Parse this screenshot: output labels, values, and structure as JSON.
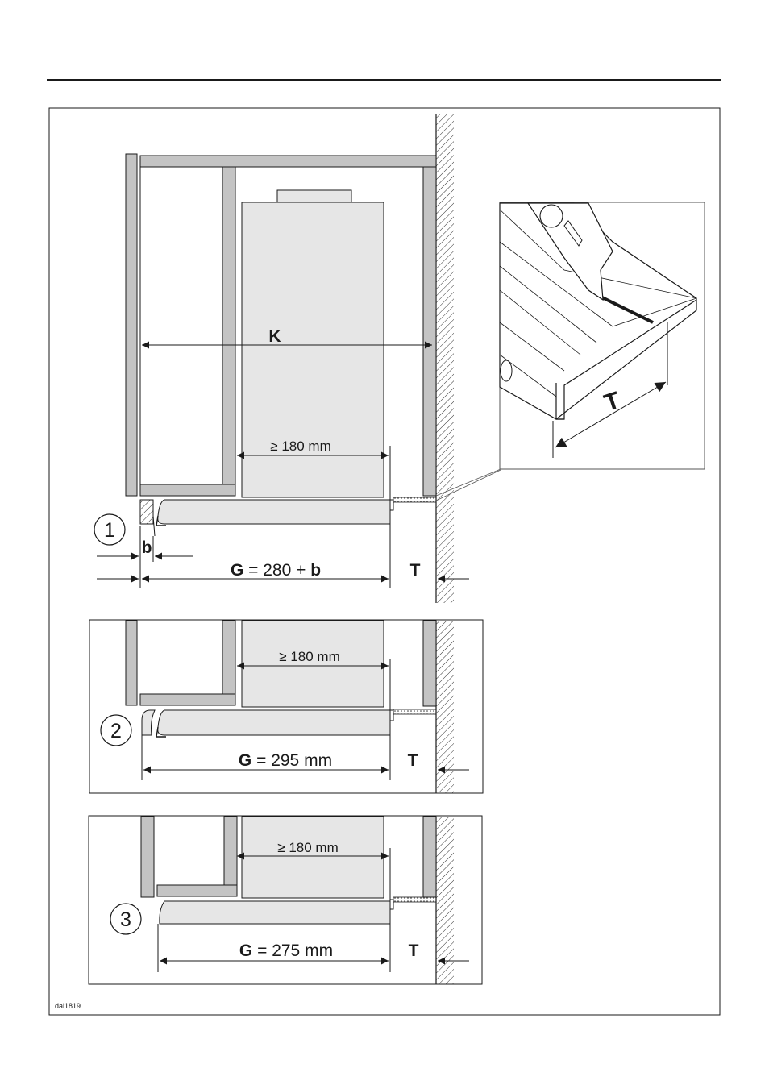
{
  "labels": {
    "k": "K",
    "b": "b",
    "t": "T",
    "t_inset": "T",
    "min_gap": "≥ 180 mm",
    "step1": "1",
    "step2": "2",
    "step3": "3",
    "g1_letter": "G",
    "g1_rest": " = 280 + ",
    "g1_b": "b",
    "g2_letter": "G",
    "g2_rest": " = 295 mm",
    "g3_letter": "G",
    "g3_rest": " = 275 mm",
    "ref_code": "dai1819"
  },
  "colors": {
    "panel": "#c4c4c4",
    "appliance": "#e6e6e6",
    "line": "#1a1a1a"
  }
}
